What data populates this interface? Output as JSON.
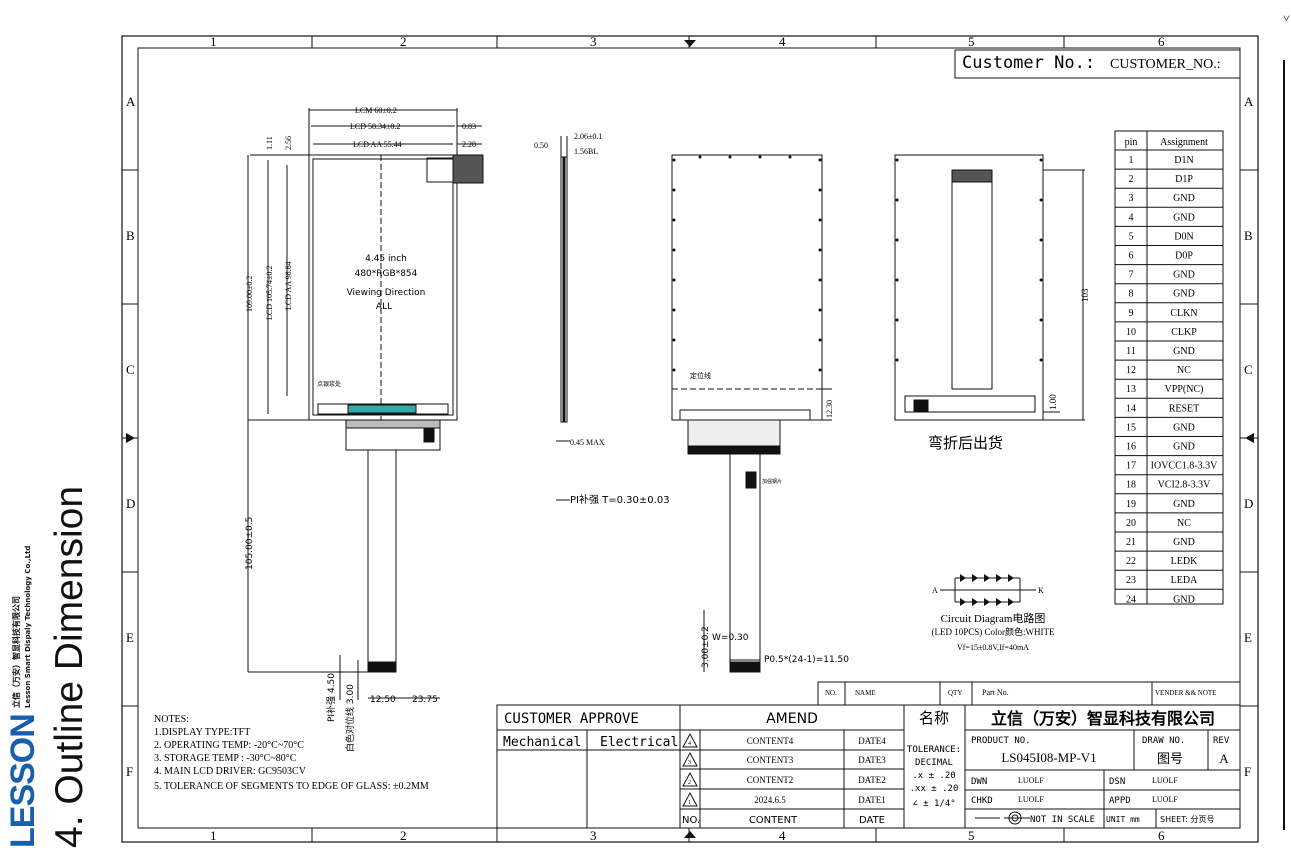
{
  "page": {
    "section_number": "4.",
    "section_title": "Outline Dimension",
    "logo_word": "LESSON",
    "logo_cn": "立信（万安）智显科技有限公司",
    "logo_en": "Lesson Smart Dispaly Technology Co.,Ltd"
  },
  "frame": {
    "col_labels": [
      "1",
      "2",
      "3",
      "4",
      "5",
      "6"
    ],
    "row_labels": [
      "A",
      "B",
      "C",
      "D",
      "E",
      "F"
    ]
  },
  "customer": {
    "label": "Customer No.:",
    "value": "CUSTOMER_NO.:"
  },
  "front_view": {
    "lcm": "LCM 60±0.2",
    "lcd": "LCD 58.34±0.2",
    "aa": "LCD AA 55.44",
    "r083": "0.83",
    "r228": "2.28",
    "v111": "1.11",
    "v256": "2.56",
    "h109": "109.00±0.2",
    "h105_74": "LCD 105.74±0.2",
    "h98_64": "LCD AA 98.64",
    "size": "4.45 inch",
    "res": "480*RGB*854",
    "vd": "Viewing Direction",
    "vd_all": "ALL",
    "dot_note": "点银浆处",
    "fpc_len": "105.00±0.5",
    "pi": "PI补强 4.50",
    "white": "白色对位线 3.00",
    "w1250": "12.50",
    "w2375": "23.75"
  },
  "side_view": {
    "t206": "2.06±0.1",
    "t050": "0.50",
    "t156": "1.56BL",
    "t045": "0.45 MAX",
    "pi_t": "PI补强 T=0.30±0.03"
  },
  "back_view": {
    "pos_line": "定位线",
    "d1230": "12.30",
    "stiff": "加强钢片",
    "fpc_w": "W=0.30",
    "fpc_h": "3.00±0.2",
    "pitch": "P0.5*(24-1)=11.50"
  },
  "bent_view": {
    "d103": "103",
    "d100": "1.00",
    "caption": "弯折后出货"
  },
  "pin_table": {
    "headers": [
      "pin",
      "Assignment"
    ],
    "rows": [
      [
        "1",
        "D1N"
      ],
      [
        "2",
        "D1P"
      ],
      [
        "3",
        "GND"
      ],
      [
        "4",
        "GND"
      ],
      [
        "5",
        "D0N"
      ],
      [
        "6",
        "D0P"
      ],
      [
        "7",
        "GND"
      ],
      [
        "8",
        "GND"
      ],
      [
        "9",
        "CLKN"
      ],
      [
        "10",
        "CLKP"
      ],
      [
        "11",
        "GND"
      ],
      [
        "12",
        "NC"
      ],
      [
        "13",
        "VPP(NC)"
      ],
      [
        "14",
        "RESET"
      ],
      [
        "15",
        "GND"
      ],
      [
        "16",
        "GND"
      ],
      [
        "17",
        "IOVCC1.8-3.3V"
      ],
      [
        "18",
        "VCI2.8-3.3V"
      ],
      [
        "19",
        "GND"
      ],
      [
        "20",
        "NC"
      ],
      [
        "21",
        "GND"
      ],
      [
        "22",
        "LEDK"
      ],
      [
        "23",
        "LEDA"
      ],
      [
        "24",
        "GND"
      ]
    ]
  },
  "circuit": {
    "a": "A",
    "k": "K",
    "title": "Circuit Diagram电路图",
    "leds": "(LED 10PCS) Color颜色:WHITE",
    "vf": "Vf=15±0.8V,If=40mA"
  },
  "notes": {
    "title": "NOTES:",
    "lines": [
      "1.DISPLAY TYPE:TFT",
      "2. OPERATING TEMP: -20°C~70°C",
      "3. STORAGE TEMP : -30°C~80°C",
      "4. MAIN LCD DRIVER: GC9503CV",
      "5. TOLERANCE OF SEGMENTS TO EDGE OF GLASS: ±0.2MM"
    ]
  },
  "title_block": {
    "cust_approve": "CUSTOMER APPROVE",
    "mech": "Mechanical",
    "elec": "Electrical",
    "amend": "AMEND",
    "contents": [
      "CONTENT4",
      "CONTENT3",
      "CONTENT2",
      "2024.6.5"
    ],
    "dates": [
      "DATE4",
      "DATE3",
      "DATE2",
      "DATE1"
    ],
    "nos": [
      "4",
      "3",
      "2",
      "1"
    ],
    "no_label": "NO.",
    "content_label": "CONTENT",
    "date_label": "DATE",
    "parts_no": "NO.",
    "parts_name": "NAME",
    "parts_qty": "QTY",
    "parts_part": "Part No.",
    "parts_vendor": "VENDER && NOTE",
    "name_label": "名称",
    "company": "立信（万安）智显科技有限公司",
    "tolerance": "TOLERANCE:",
    "decimal": "DECIMAL",
    "tol_x": ".x ± .20",
    "tol_xx": ".xx ± .20",
    "tol_ang": "∠ ± 1/4°",
    "product_label": "PRODUCT NO.",
    "product": "LS045I08-MP-V1",
    "draw_no_label": "DRAW NO.",
    "draw_no": "图号",
    "rev_label": "REV",
    "rev": "A",
    "dwn_label": "DWN",
    "dwn": "LUOLF",
    "dsn_label": "DSN",
    "dsn": "LUOLF",
    "chkd_label": "CHKD",
    "chkd": "LUOLF",
    "appd_label": "APPD",
    "appd": "LUOLF",
    "scale": "NOT IN SCALE",
    "unit": "UNIT mm",
    "sheet": "SHEET: 分页号"
  }
}
